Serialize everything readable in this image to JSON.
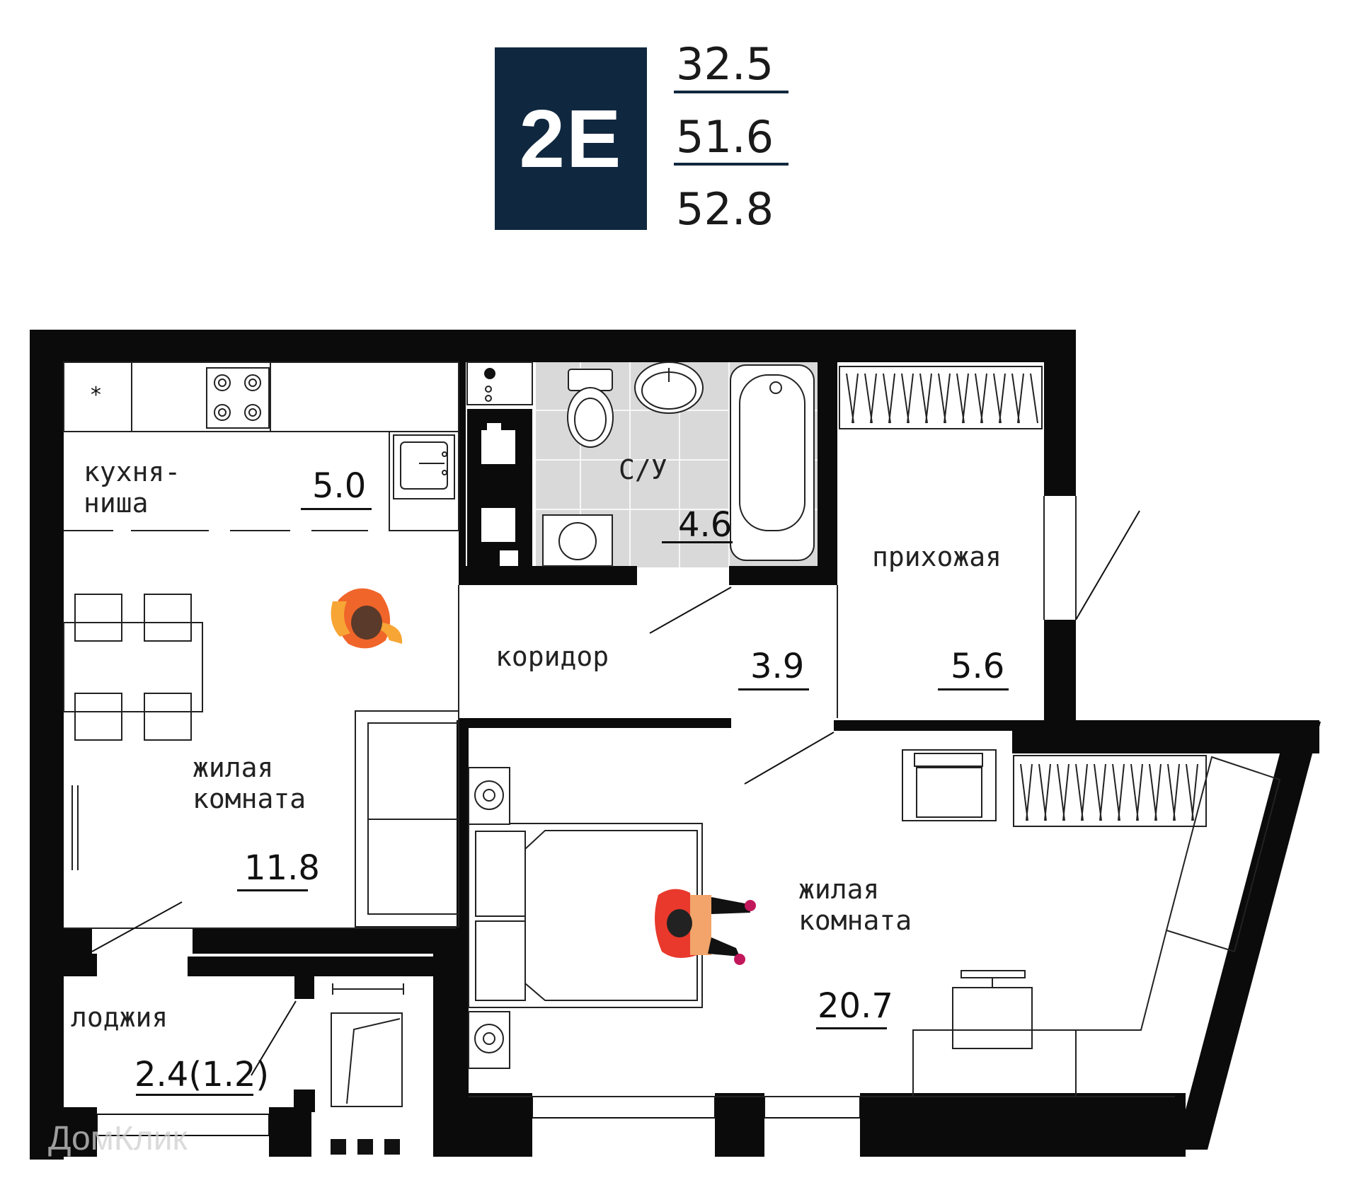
{
  "header": {
    "plan_code": "2E",
    "areas": [
      "32.5",
      "51.6",
      "52.8"
    ]
  },
  "rooms": {
    "kitchen": {
      "label": "кухня-\nниша",
      "area": "5.0"
    },
    "bathroom": {
      "label": "С/У",
      "area": "4.6"
    },
    "hallway": {
      "label": "прихожая",
      "area": "5.6"
    },
    "corridor": {
      "label": "коридор",
      "area": "3.9"
    },
    "living_room_1": {
      "label": "жилая\nкомната",
      "area": "11.8"
    },
    "living_room_2": {
      "label": "жилая\nкомната",
      "area": "20.7"
    },
    "loggia": {
      "label": "лоджия",
      "area": "2.4(1.2)"
    }
  },
  "watermark": {
    "text": "ДомКлик"
  },
  "colors": {
    "badge": "#10283f",
    "walls": "#0b0b0b",
    "bath_floor": "#d9d9d9",
    "person_orange": "#f0652a",
    "person_yellow": "#f7a535"
  },
  "icons": [
    "stove-icon",
    "sink-icon",
    "toilet-icon",
    "washbasin-icon",
    "bathtub-icon",
    "washing-machine-icon",
    "bed-icon",
    "sofa-icon",
    "dining-table-icon",
    "armchair-icon",
    "desk-icon",
    "wardrobe-icon",
    "person-icon"
  ]
}
